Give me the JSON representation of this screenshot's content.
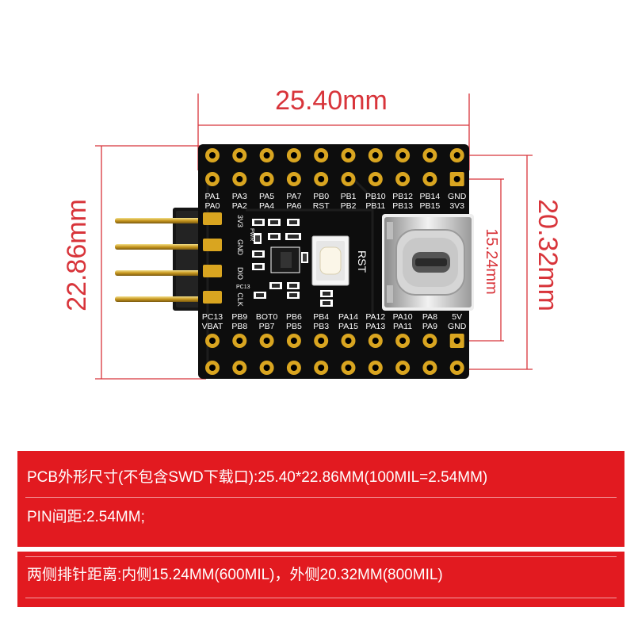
{
  "dimensions": {
    "width": "25.40mm",
    "height": "22.86mm",
    "outer_pin_span": "20.32mm",
    "inner_pin_span": "15.24mm"
  },
  "pin_labels": {
    "top_outer": [
      "PA1",
      "PA3",
      "PA5",
      "PA7",
      "PB0",
      "PB1",
      "PB10",
      "PB12",
      "PB14",
      "GND"
    ],
    "top_inner": [
      "PA0",
      "PA2",
      "PA4",
      "PA6",
      "RST",
      "PB2",
      "PB11",
      "PB13",
      "PB15",
      "3V3"
    ],
    "bottom_inner": [
      "PC13",
      "PB9",
      "BOT0",
      "PB6",
      "PB4",
      "PA14",
      "PA12",
      "PA10",
      "PA8",
      "5V"
    ],
    "bottom_outer": [
      "VBAT",
      "PB8",
      "PB7",
      "PB5",
      "PB3",
      "PA15",
      "PA13",
      "PA11",
      "PA9",
      "GND"
    ],
    "swd": [
      "3V3",
      "GND",
      "DIO",
      "CLK"
    ]
  },
  "board_text": {
    "rst_button": "RST",
    "pwr": "PWR",
    "pc13": "PC13"
  },
  "notes": {
    "line1": "PCB外形尺寸(不包含SWD下载口):25.40*22.86MM(100MIL=2.54MM)",
    "line2": "PIN间距:2.54MM;",
    "line3": "两侧排针距离:内侧15.24MM(600MIL)，外侧20.32MM(800MIL)"
  },
  "colors": {
    "dimension_lines": "#d8343a",
    "band": "#e21a20",
    "pcb": "#0d0d0d",
    "gold": "#d9a520"
  }
}
